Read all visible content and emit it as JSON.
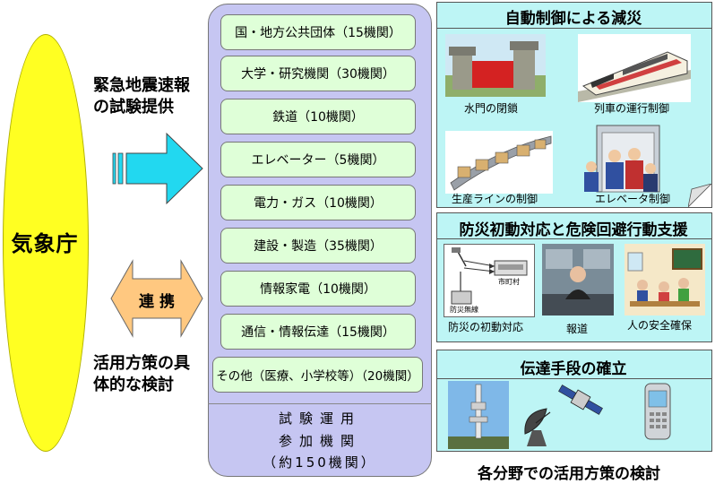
{
  "jma": {
    "label": "気象庁"
  },
  "top_text": {
    "line1": "緊急地震速報",
    "line2": "の試験提供"
  },
  "cooperation": {
    "label": "連 携"
  },
  "bottom_text": {
    "line1": "活用方策の具",
    "line2": "体的な検討"
  },
  "organizations": [
    "国・地方公共団体（15機関）",
    "大学・研究機関（30機関）",
    "鉄道（10機関）",
    "エレベーター（5機関）",
    "電力・ガス（10機関）",
    "建設・製造（35機関）",
    "情報家電（10機関）",
    "通信・情報伝達（15機関）",
    "その他（医療、小学校等）（20機関）"
  ],
  "panel_footer": {
    "line1": "試験運用",
    "line2": "参加機関",
    "line3": "（約150機関）"
  },
  "sections": {
    "auto_control": {
      "title": "自動制御による減災",
      "captions": [
        "水門の閉鎖",
        "列車の運行制御",
        "生産ラインの制御",
        "エレベータ制御"
      ]
    },
    "disaster_response": {
      "title": "防災初動対応と危険回避行動支援",
      "captions": [
        "防災の初動対応",
        "報道",
        "人の安全確保"
      ],
      "diagram_labels": {
        "city_hall": "市町村",
        "radio": "防災無線"
      }
    },
    "communication": {
      "title": "伝達手段の確立"
    }
  },
  "bottom_caption": "各分野での活用方策の検討",
  "colors": {
    "jma_oval": "#ffff22",
    "arrow_cyan": "#22d8f0",
    "arrow_peach": "#ffc880",
    "panel": "#c6c6f2",
    "org_box": "#dfffd8",
    "section_bg": "#bdf5f5"
  }
}
